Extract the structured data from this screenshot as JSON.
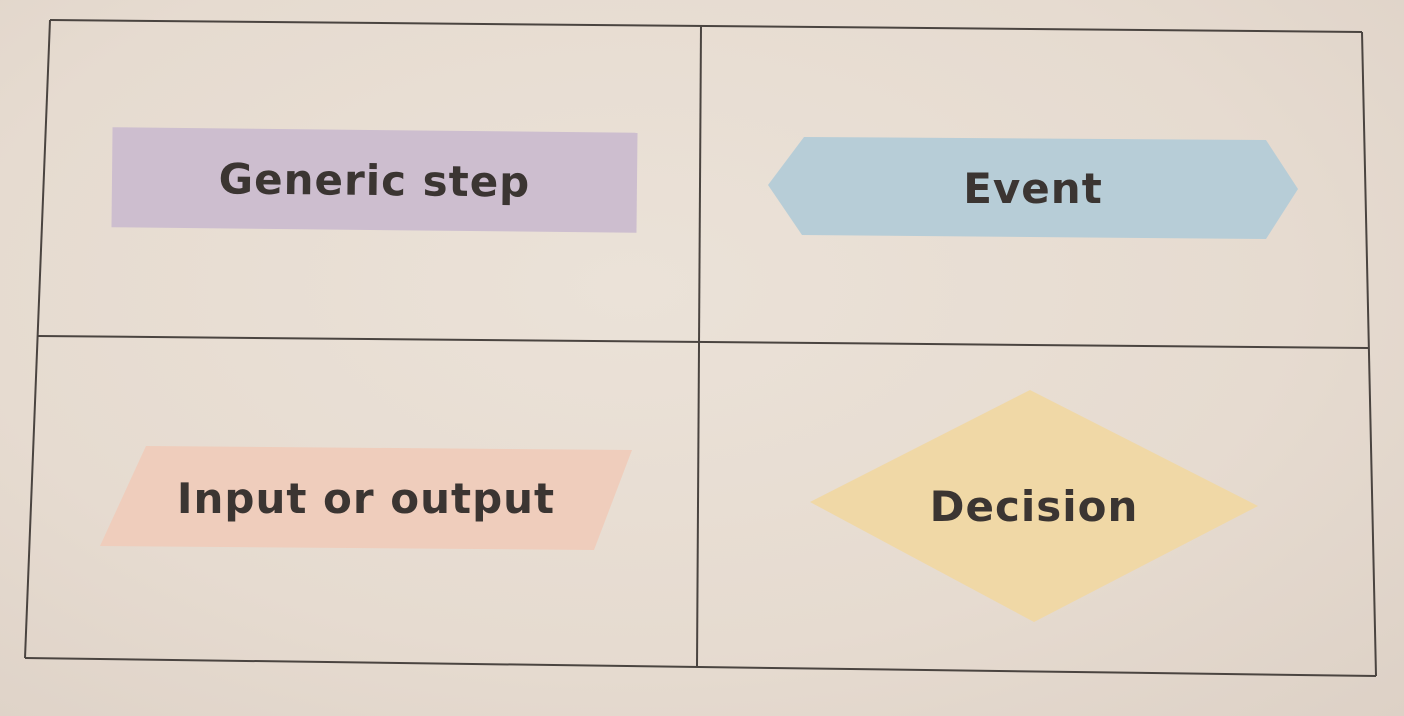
{
  "shapes": {
    "generic_step": {
      "label": "Generic step",
      "color": "#cdbecf"
    },
    "event": {
      "label": "Event",
      "color": "#b7cdd7"
    },
    "input_output": {
      "label": "Input or output",
      "color": "#efcdbc"
    },
    "decision": {
      "label": "Decision",
      "color": "#f0d8a6"
    }
  }
}
